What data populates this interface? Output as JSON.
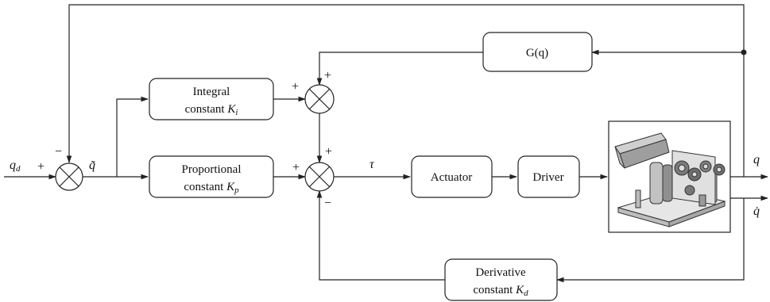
{
  "blocks": {
    "g": {
      "label": "G(q)"
    },
    "integral": {
      "line1": "Integral",
      "line2": "constant ",
      "sym": "K",
      "sub": "i"
    },
    "proportional": {
      "line1": "Proportional",
      "line2": "constant ",
      "sym": "K",
      "sub": "p"
    },
    "derivative": {
      "line1": "Derivative",
      "line2": "constant ",
      "sym": "K",
      "sub": "d"
    },
    "actuator": {
      "label": "Actuator"
    },
    "driver": {
      "label": "Driver"
    }
  },
  "signals": {
    "qd": {
      "sym": "q",
      "sub": "d"
    },
    "qtilde": "q̃",
    "tau": "τ",
    "q": "q",
    "qdot": "q̇"
  },
  "signs": {
    "sum1_left": "+",
    "sum1_top": "−",
    "sum_top_left": "+",
    "sum_top_top": "+",
    "sum_main_left": "+",
    "sum_main_top": "+",
    "sum_main_bottom": "−"
  },
  "colors": {
    "line": "#222222",
    "background": "#ffffff"
  },
  "plant": {
    "icon": "robot-mechanism-icon"
  }
}
